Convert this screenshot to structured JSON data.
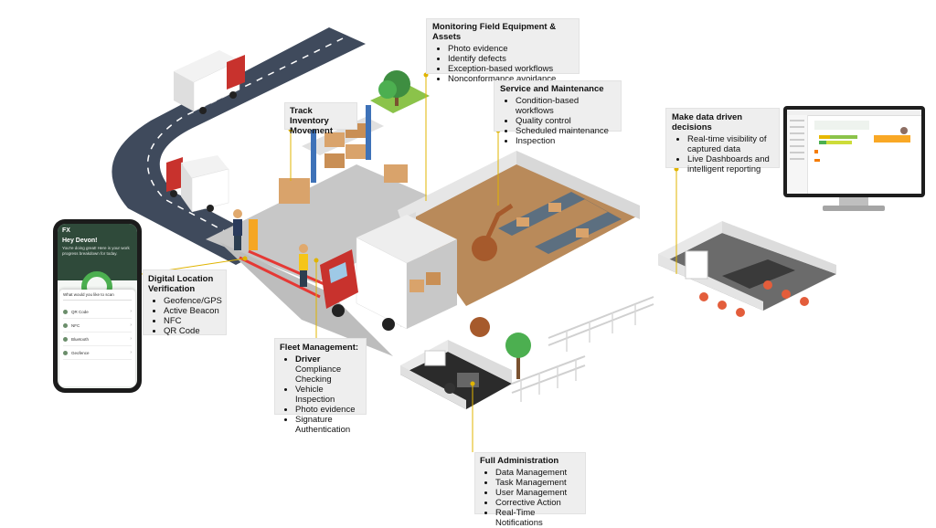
{
  "callouts": {
    "monitoring": {
      "title": "Monitoring Field Equipment & Assets",
      "items": [
        "Photo evidence",
        "Identify defects",
        "Exception-based workflows",
        "Nonconformance avoidance"
      ]
    },
    "service": {
      "title": "Service and Maintenance",
      "items": [
        "Condition-based workflows",
        "Quality control",
        "Scheduled maintenance",
        "Inspection"
      ]
    },
    "inventory": {
      "title_line1": "Track Inventory",
      "title_line2": "Movement"
    },
    "decisions": {
      "title": "Make data driven decisions",
      "items": [
        {
          "line1": "Real-time visibility of",
          "line2": "captured data"
        },
        {
          "line1": "Live Dashboards and",
          "line2": "intelligent reporting"
        }
      ]
    },
    "location": {
      "title_line1": "Digital Location",
      "title_line2": "Verification",
      "items": [
        "Geofence/GPS",
        "Active Beacon",
        "NFC",
        "QR Code"
      ]
    },
    "fleet": {
      "title": "Fleet Management:",
      "driver_bold": "Driver",
      "driver_rest": " Compliance",
      "driver_line2": "Checking",
      "items": [
        "Vehicle Inspection",
        "Photo evidence"
      ],
      "signature_line1": "Signature",
      "signature_line2": "Authentication"
    },
    "admin": {
      "title": "Full Administration",
      "items": [
        "Data Management",
        "Task Management",
        "User Management",
        "Corrective Action",
        "Real-Time Notifications"
      ]
    }
  },
  "phone": {
    "logo": "FX",
    "greeting": "Hey Devon!",
    "subtitle": "You're doing great! Here is your work progress breakdown for today.",
    "prompt": "What would you like to scan",
    "options": [
      "QR Code",
      "NFC",
      "Bluetooth",
      "Geofence"
    ]
  },
  "colors": {
    "floor": "#b98a5a",
    "road": "#3f4a5c",
    "truck_red": "#c8322d",
    "wall": "#e6e6e6",
    "conveyor": "#5c6f80",
    "callout_bg": "#eeeeee",
    "accent_green": "#4caf50"
  }
}
